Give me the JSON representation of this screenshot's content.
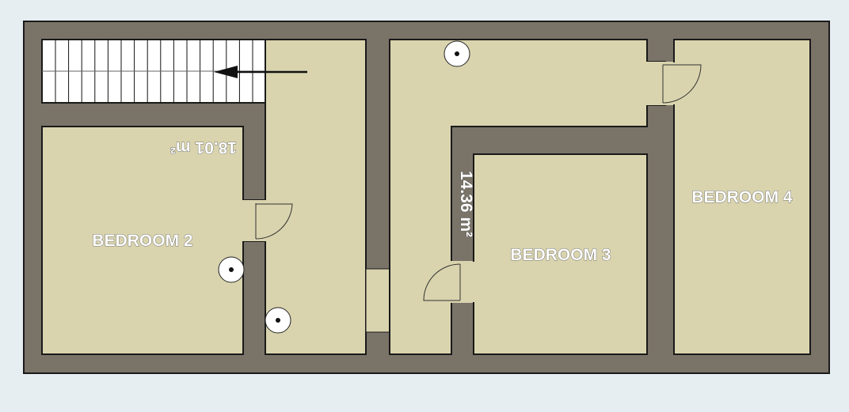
{
  "colors": {
    "background": "#e6eef2",
    "wall": "#7a7368",
    "floor": "#d9d4ae",
    "stairs": "#ffffff"
  },
  "rooms": {
    "bedroom2": "BEDROOM 2",
    "bedroom3": "BEDROOM 3",
    "bedroom4": "BEDROOM 4"
  },
  "areas": {
    "left_hall": "18.01 m²",
    "right_hall": "14.36 m²"
  }
}
